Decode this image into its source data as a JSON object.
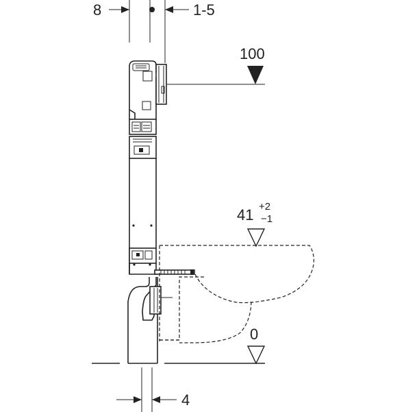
{
  "dimensions": {
    "top_left": "8",
    "top_right": "1-5",
    "bottom": "4"
  },
  "levels": {
    "upper": "100",
    "seat_base": "41",
    "seat_tol_plus": "+2",
    "seat_tol_minus": "−1",
    "floor": "0"
  }
}
